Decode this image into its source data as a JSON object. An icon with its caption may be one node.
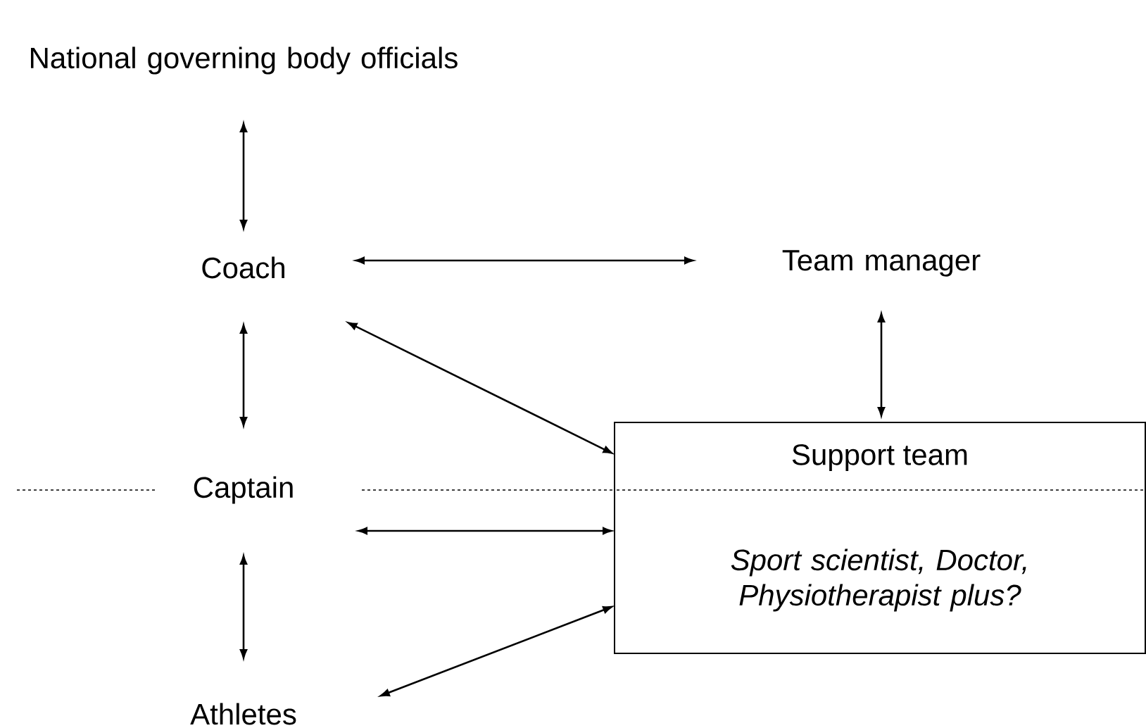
{
  "diagram": {
    "nodes": [
      {
        "text": [
          "National governing body officials"
        ]
      },
      {
        "text": [
          "Coach"
        ]
      },
      {
        "text": [
          "Team manager"
        ]
      },
      {
        "text": [
          "Captain"
        ]
      },
      {
        "text": [
          "Support team",
          "Sport scientist, Doctor, Physiotherapist plus?"
        ]
      },
      {
        "text": [
          "Athletes"
        ]
      }
    ],
    "edges": [
      {
        "from": 0,
        "to": 1,
        "arrow": "both"
      },
      {
        "from": 1,
        "to": 2,
        "arrow": "both"
      },
      {
        "from": 1,
        "to": 3,
        "arrow": "both"
      },
      {
        "from": 1,
        "to": 4,
        "arrow": "both"
      },
      {
        "from": 2,
        "to": 4,
        "arrow": "both"
      },
      {
        "from": 3,
        "to": 4,
        "arrow": "both"
      },
      {
        "from": 3,
        "to": 5,
        "arrow": "both"
      },
      {
        "from": 5,
        "to": 4,
        "arrow": "both"
      }
    ]
  }
}
